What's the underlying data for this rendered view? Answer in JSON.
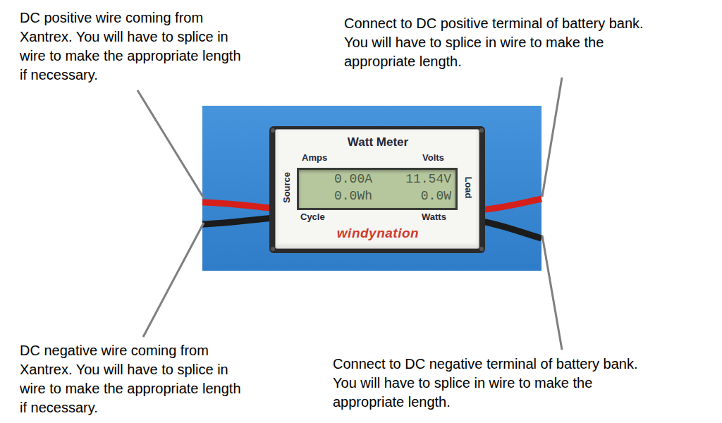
{
  "diagram": {
    "nodes": [
      {
        "text": [
          "Watt Meter",
          "Amps",
          "Volts",
          "Source",
          "Load",
          "Cycle",
          "Watts",
          "windynation"
        ]
      },
      {
        "text": [
          "0.00A",
          "11.54V",
          "0.0Wh",
          "0.0W"
        ],
        "in": 0
      }
    ],
    "labels": [
      "DC positive wire coming from Xantrex. You will have to splice in wire to make the appropriate length if necessary.",
      "Connect to DC positive terminal of battery bank. You will have to splice in wire to make the appropriate length.",
      "DC negative wire coming from Xantrex. You will have to splice in wire to make the appropriate length if necessary.",
      "Connect to DC negative terminal of battery bank. You will have to splice in wire to make the appropriate length."
    ]
  }
}
